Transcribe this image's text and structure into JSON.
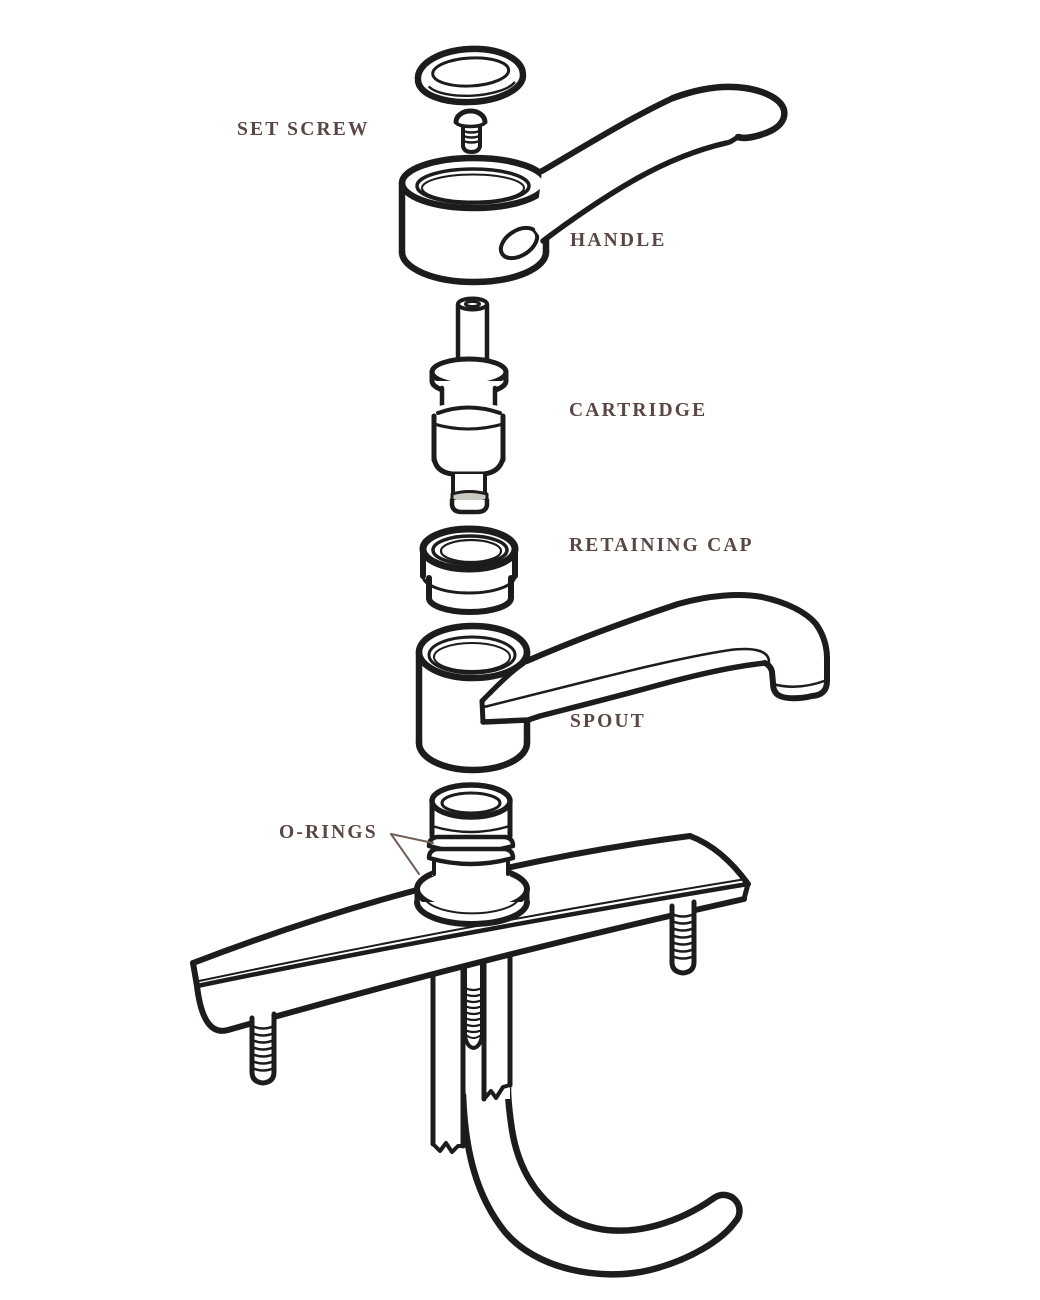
{
  "diagram": {
    "type": "exploded-view",
    "subject": "single-handle kitchen faucet parts",
    "parts": [
      {
        "id": "set-screw",
        "label": "SET SCREW"
      },
      {
        "id": "handle",
        "label": "HANDLE"
      },
      {
        "id": "cartridge",
        "label": "CARTRIDGE"
      },
      {
        "id": "retaining-cap",
        "label": "RETAINING CAP"
      },
      {
        "id": "spout",
        "label": "SPOUT"
      },
      {
        "id": "o-rings",
        "label": "O-RINGS"
      }
    ]
  },
  "colors": {
    "ink": "#1e1c1a",
    "label_color": "#5a4743",
    "leader": "#70605a",
    "paper": "#ffffff",
    "shade": "#cbc7c3"
  }
}
